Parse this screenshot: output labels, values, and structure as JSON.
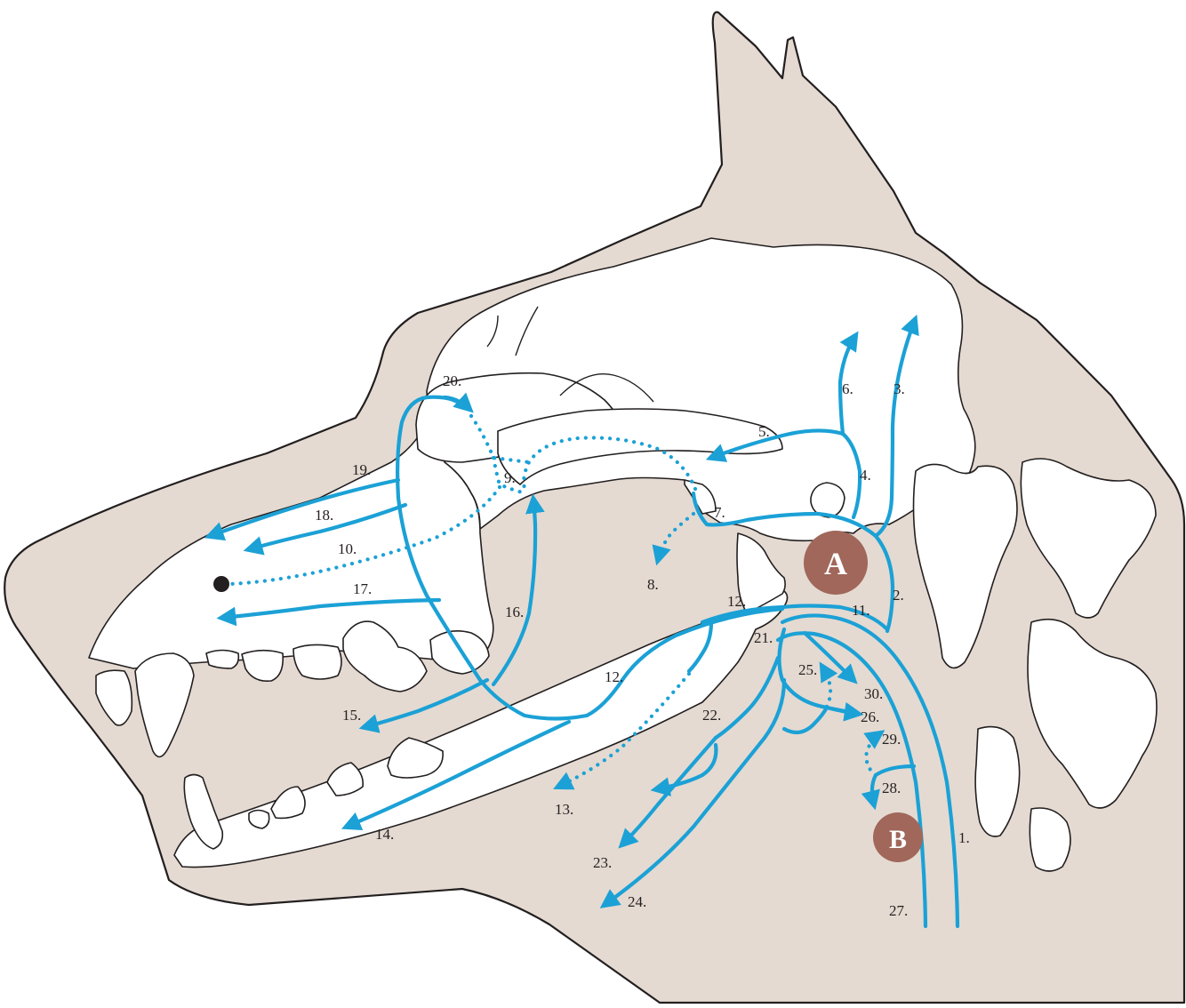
{
  "colors": {
    "background": "#ffffff",
    "skin": "#e4dad1",
    "outline": "#231f20",
    "bone": "#ffffff",
    "vessel": "#1ba1d6",
    "lymph_node": "#a0675a",
    "node_text": "#ffffff",
    "label_text": "#231f20"
  },
  "nodes": {
    "A": "A",
    "B": "B"
  },
  "labels": {
    "l1": "1.",
    "l2": "2.",
    "l3": "3.",
    "l4": "4.",
    "l5": "5.",
    "l6": "6.",
    "l7": "7.",
    "l8": "8.",
    "l9": "9.",
    "l10": "10.",
    "l11": "11.",
    "l12a": "12.",
    "l12b": "12.",
    "l13": "13.",
    "l14": "14.",
    "l15": "15.",
    "l16": "16.",
    "l17": "17.",
    "l18": "18.",
    "l19": "19.",
    "l20": "20.",
    "l21": "21.",
    "l22": "22.",
    "l23": "23.",
    "l24": "24.",
    "l25": "25.",
    "l26": "26.",
    "l27": "27.",
    "l28": "28.",
    "l29": "29.",
    "l30": "30."
  }
}
